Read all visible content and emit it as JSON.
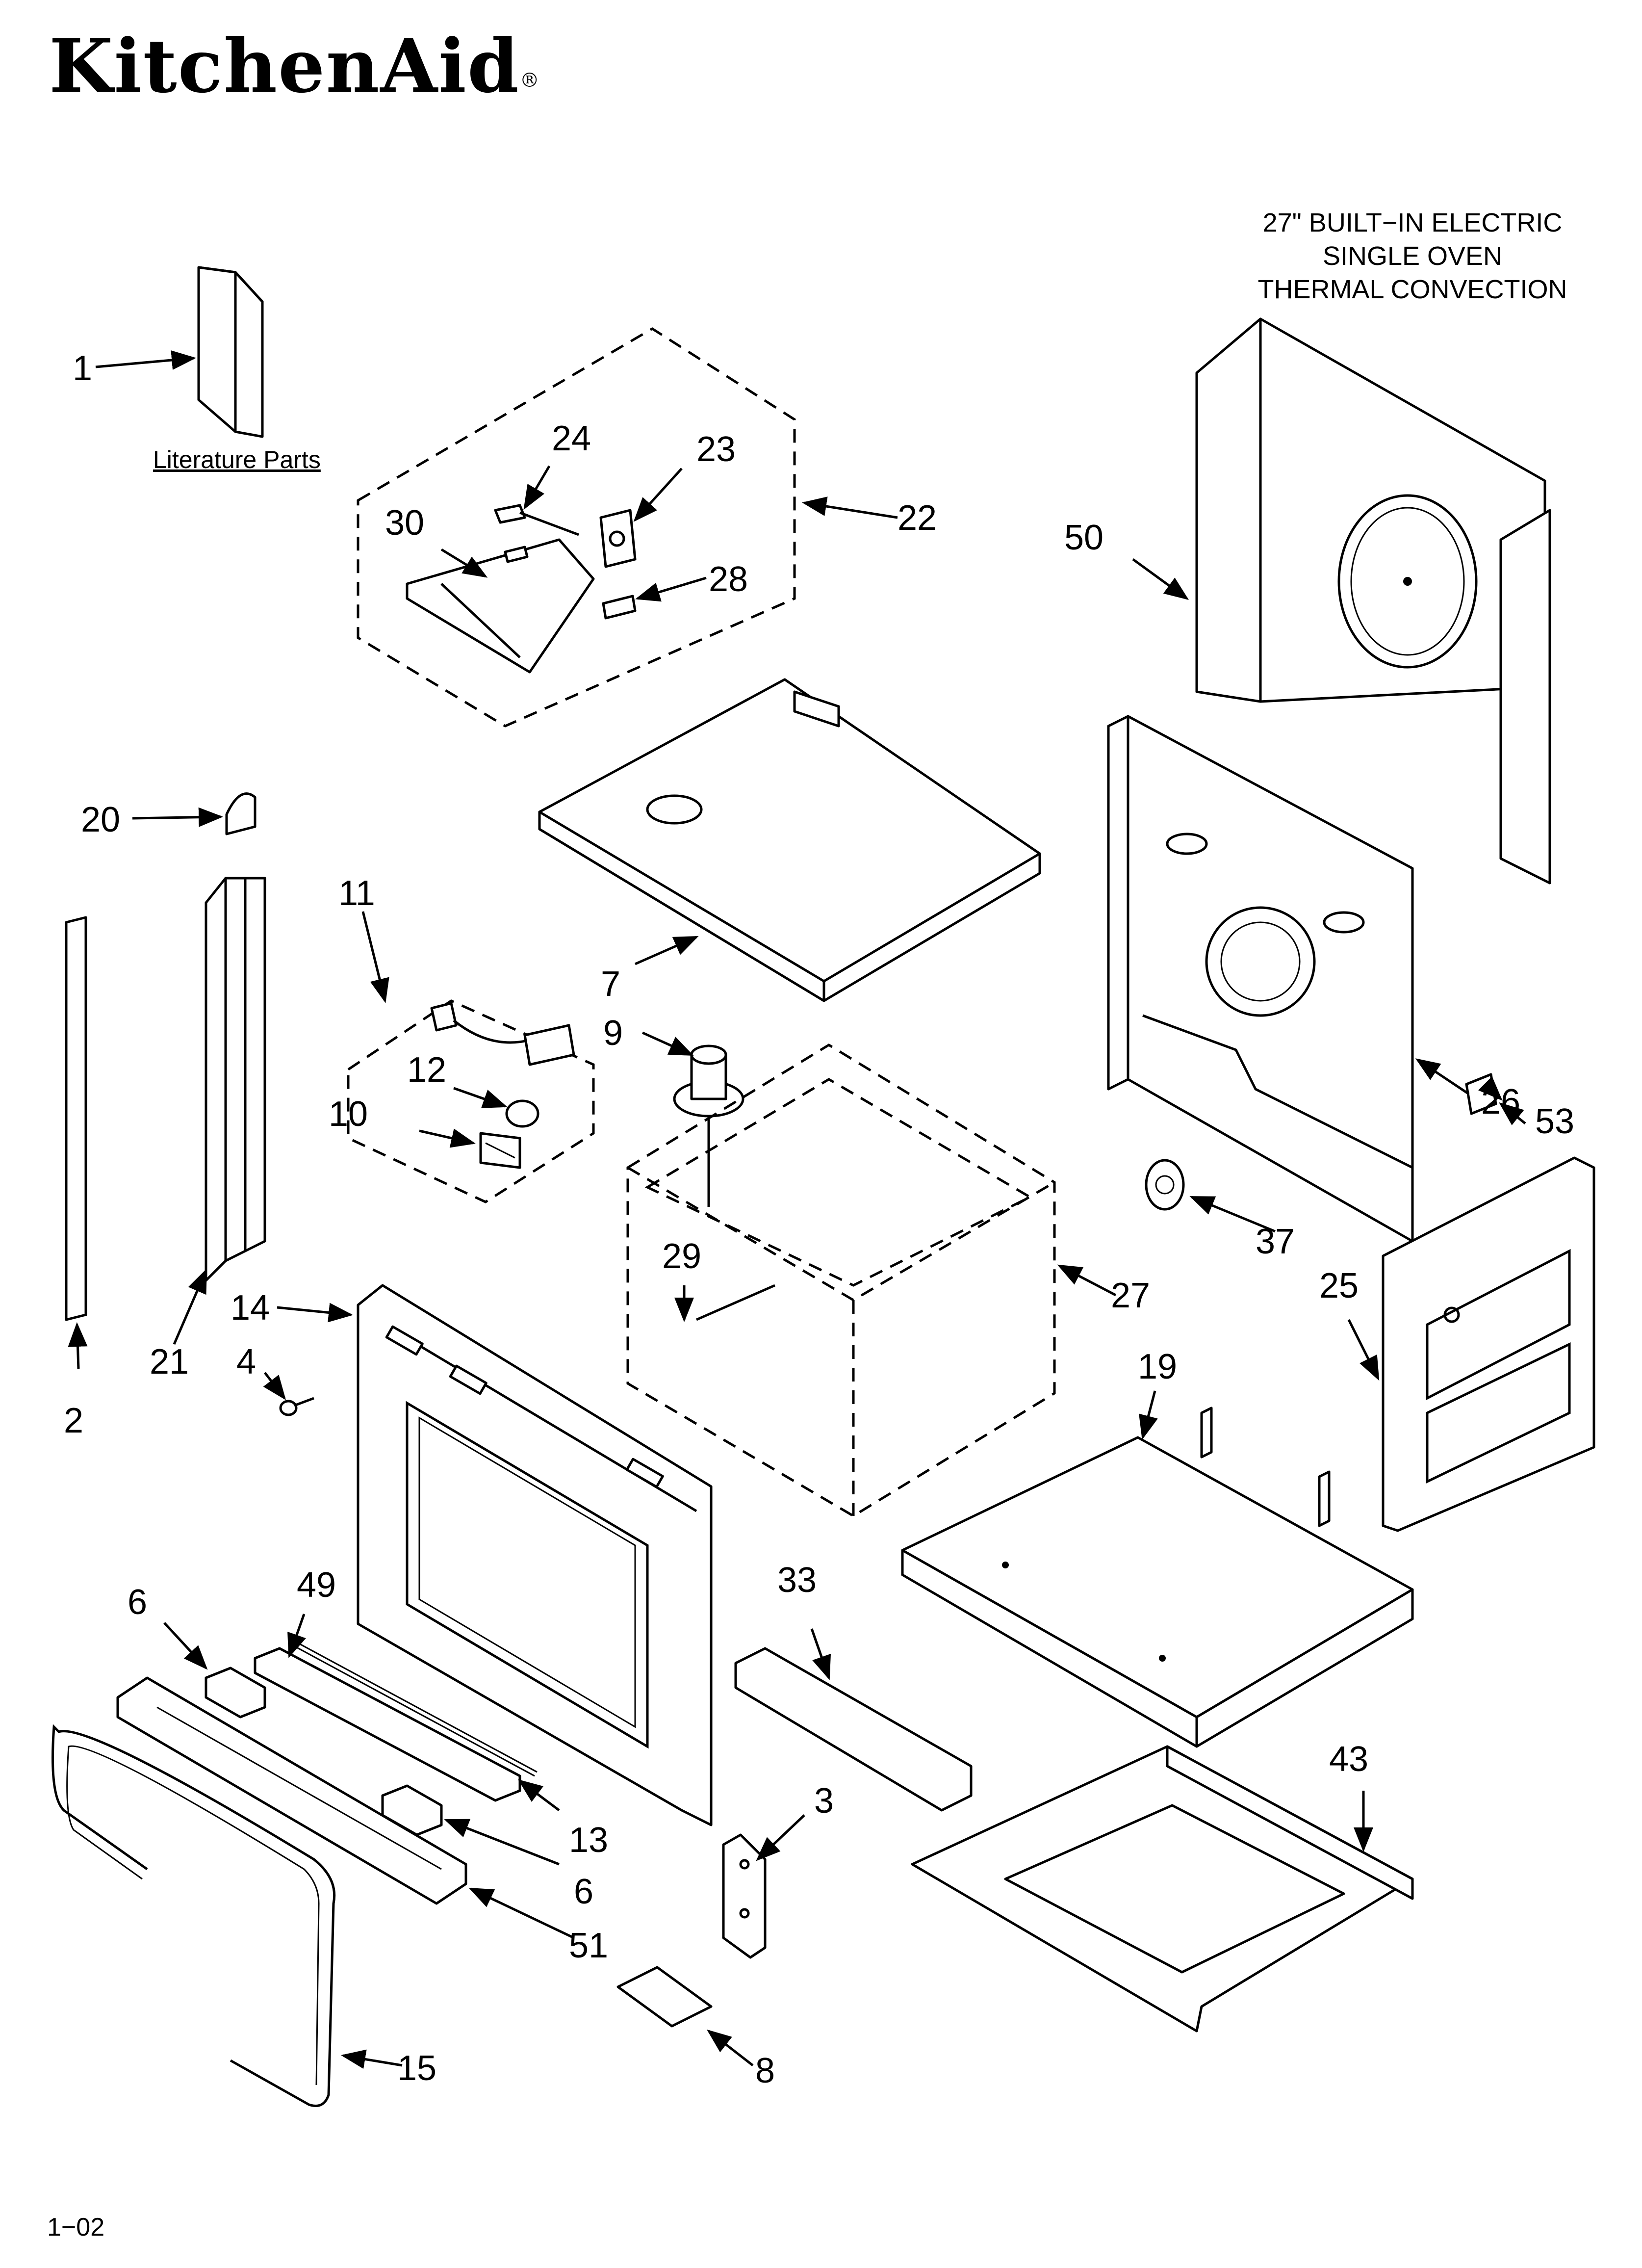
{
  "brand": {
    "name": "KitchenAid",
    "reg": "®"
  },
  "title": [
    "27\" BUILT−IN ELECTRIC",
    "SINGLE OVEN",
    "THERMAL CONVECTION"
  ],
  "literature_label": "Literature Parts",
  "footer": "1−02",
  "callouts": [
    "1",
    "2",
    "3",
    "4",
    "6",
    "6",
    "7",
    "8",
    "9",
    "10",
    "11",
    "12",
    "13",
    "14",
    "15",
    "19",
    "20",
    "21",
    "22",
    "23",
    "24",
    "25",
    "26",
    "27",
    "28",
    "29",
    "30",
    "33",
    "37",
    "43",
    "49",
    "50",
    "51",
    "53"
  ]
}
